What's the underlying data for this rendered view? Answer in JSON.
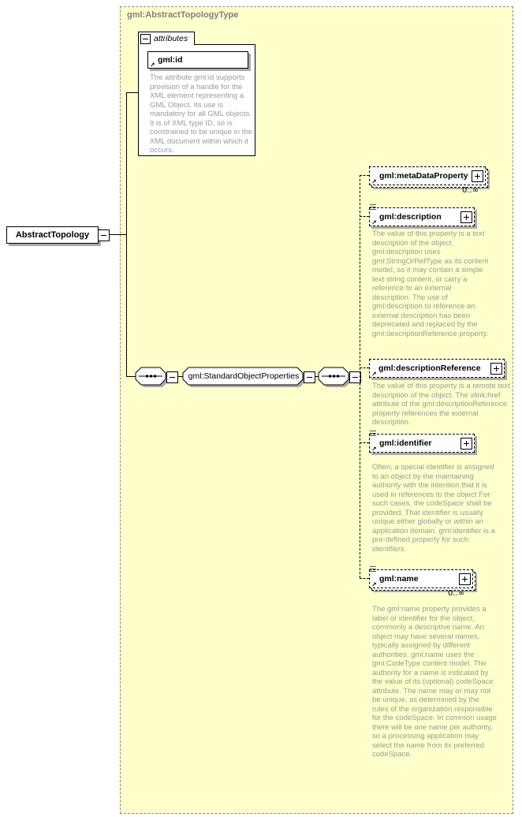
{
  "title": "gml:AbstractTopologyType",
  "root": {
    "label": "AbstractTopology"
  },
  "attributes_group": {
    "label": "attributes",
    "attribute": {
      "name": "gml:id",
      "doc": "The attribute gml:id supports provision of a handle for the XML element representing a GML Object. Its use is mandatory for all GML objects. It is of XML type ID, so is constrained to be unique in the XML document within which it occurs."
    }
  },
  "group_ref": {
    "label": "gml:StandardObjectProperties"
  },
  "elements": [
    {
      "name": "gml:metaDataProperty",
      "cardinality": "0..∞",
      "doc": ""
    },
    {
      "name": "gml:description",
      "cardinality": "",
      "doc": "The value of this property is a text description of the object. gml:description uses gml:StringOrRefType as its content model, so it may contain a simple text string content, or carry a reference to an external description. The use of gml:description to reference an external description has been deprecated and replaced by the gml:descriptionReference property."
    },
    {
      "name": "gml:descriptionReference",
      "cardinality": "",
      "doc": "The value of this property is a remote text description of the object. The xlink:href attribute of the gml:descriptionReference property references the external description."
    },
    {
      "name": "gml:identifier",
      "cardinality": "",
      "doc": "Often, a special identifier is assigned to an object by the maintaining authority with the intention that it is used in references to the object For such cases, the codeSpace shall be provided. That identifier is usually unique either globally or within an application domain. gml:identifier is a pre-defined property for such identifiers."
    },
    {
      "name": "gml:name",
      "cardinality": "0..∞",
      "doc": "The gml:name property provides a label or identifier for the object, commonly a descriptive name. An object may have several names, typically assigned by different authorities. gml:name uses the gml:CodeType content model.  The authority for a name is indicated by the value of its (optional) codeSpace attribute.  The name may or may not be unique, as determined by the rules of the organization responsible for the codeSpace.  In common usage there will be one name per authority, so a processing application may select the name from its preferred codeSpace."
    }
  ],
  "colors": {
    "container_fill": "#ffffcc",
    "container_border": "#8a8a8a",
    "title_text": "#7f7f7f",
    "doc_text": "#9a9a9a",
    "shadow": "#a9a9a9",
    "box_border": "#000000"
  }
}
